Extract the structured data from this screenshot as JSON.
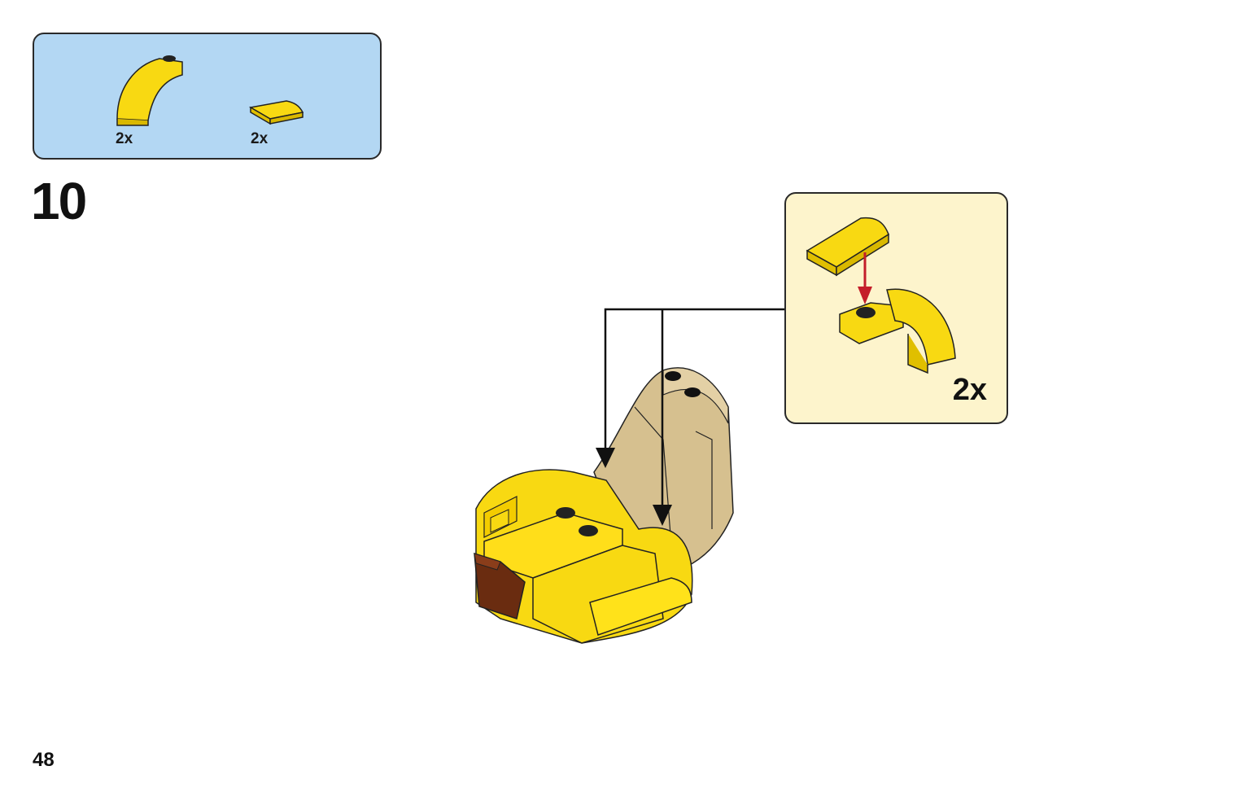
{
  "parts_list": {
    "items": [
      {
        "icon": "curved-yellow-slope-brick-icon",
        "quantity": "2x"
      },
      {
        "icon": "yellow-curved-slope-tile-icon",
        "quantity": "2x"
      }
    ]
  },
  "step": {
    "number": "10"
  },
  "subassembly": {
    "quantity": "2x"
  },
  "page": {
    "number": "48"
  },
  "colors": {
    "yellow": "#f8d912",
    "tan": "#d6c08f",
    "brown": "#6a2c10",
    "parts_bg": "#b3d7f3",
    "callout_bg": "#fdf4cc",
    "arrow_red": "#c41e2a"
  }
}
